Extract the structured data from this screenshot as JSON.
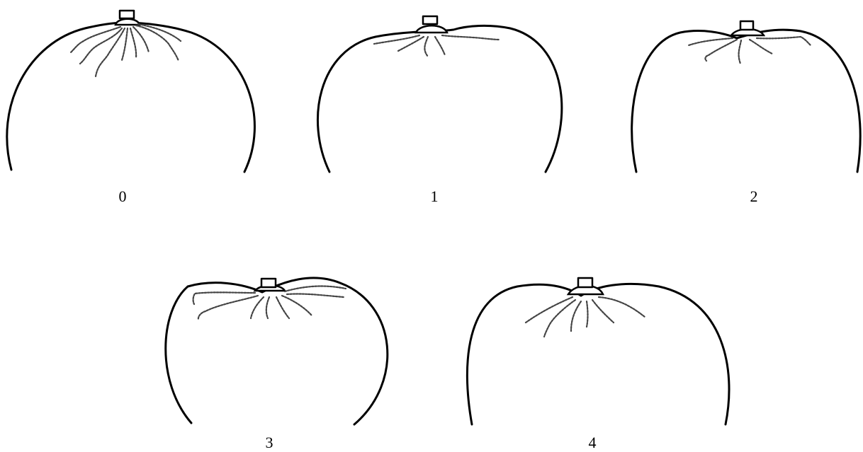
{
  "figure": {
    "items": [
      {
        "label": "0"
      },
      {
        "label": "1"
      },
      {
        "label": "2"
      },
      {
        "label": "3"
      },
      {
        "label": "4"
      }
    ]
  }
}
